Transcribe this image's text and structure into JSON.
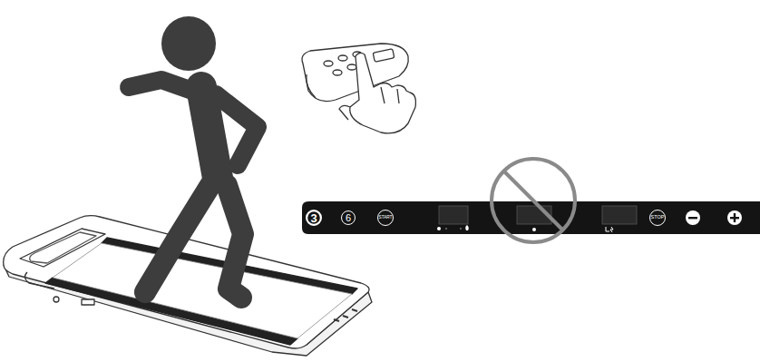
{
  "diagram": {
    "nodes": [
      {
        "text": [
          "3"
        ]
      },
      {
        "text": [
          "6"
        ]
      },
      {
        "text": [
          "START"
        ]
      },
      {
        "text": [
          "STOP"
        ]
      }
    ]
  }
}
